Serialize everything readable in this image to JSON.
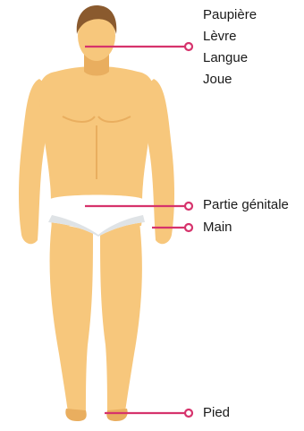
{
  "labels": {
    "head_group": [
      "Paupière",
      "Lèvre",
      "Langue",
      "Joue"
    ],
    "genital": "Partie génitale",
    "hand": "Main",
    "foot": "Pied"
  },
  "colors": {
    "skin": "#f7c77c",
    "skin_shade": "#e9ae5f",
    "hair": "#8a5a2e",
    "underwear": "#ffffff",
    "underwear_shade": "#dfe3e6",
    "leader_line": "#d6336c",
    "text": "#1a1a1a"
  }
}
